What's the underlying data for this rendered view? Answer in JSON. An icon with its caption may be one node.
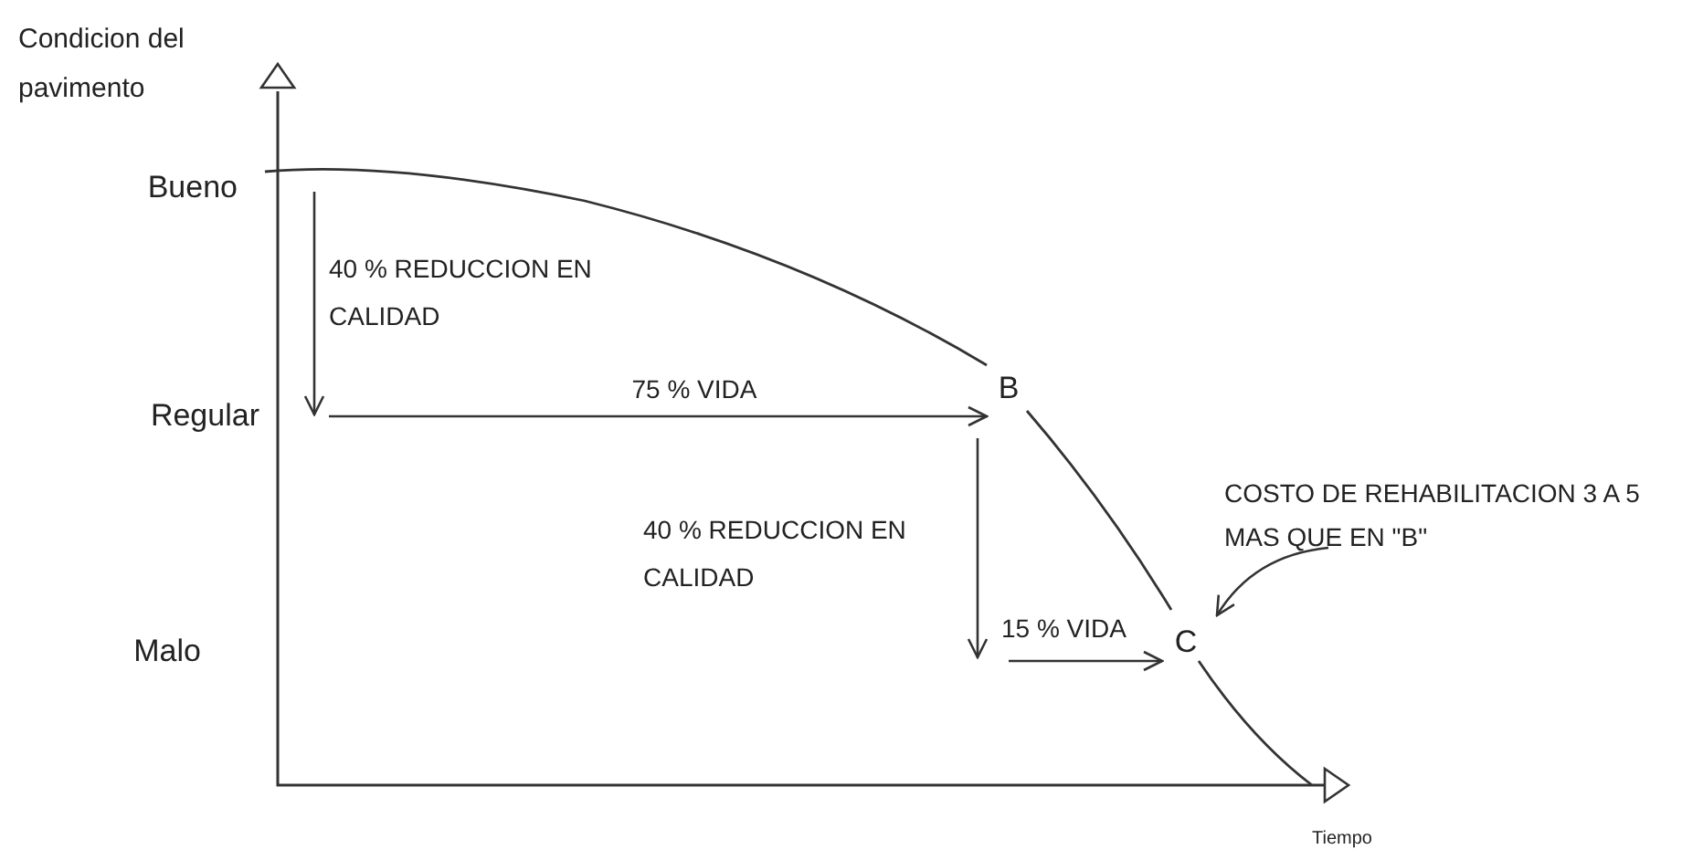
{
  "diagram": {
    "nodes": [
      {
        "text": [
          "Bueno"
        ]
      },
      {
        "text": [
          "Regular"
        ]
      },
      {
        "text": [
          "Malo"
        ]
      },
      {
        "text": [
          "B"
        ]
      },
      {
        "text": [
          "C"
        ]
      },
      {
        "text": [
          "COSTO DE REHABILITACION 3 A 5 MAS QUE EN \"B\""
        ]
      }
    ],
    "edges": [
      {
        "from": 1,
        "to": 3,
        "arrow": "to",
        "label": "75 % VIDA"
      },
      {
        "from": 3,
        "to": null,
        "arrow": "to",
        "label": "40 % REDUCCION EN CALIDAD"
      },
      {
        "from": null,
        "to": 4,
        "arrow": "to",
        "label": "15 % VIDA"
      },
      {
        "from": 5,
        "to": 4,
        "arrow": "to"
      }
    ],
    "labels": [
      "Condicion del pavimento",
      "40 % REDUCCION EN CALIDAD",
      "Tiempo"
    ]
  }
}
